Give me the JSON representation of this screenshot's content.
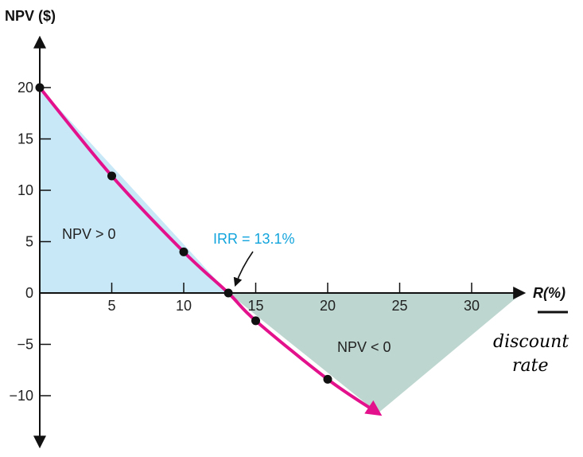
{
  "chart_data": {
    "type": "line",
    "ylabel": "NPV ($)",
    "xlabel": "R(%)",
    "xlim": [
      0,
      34
    ],
    "ylim": [
      -14,
      24
    ],
    "x_ticks": [
      5,
      10,
      15,
      20,
      25,
      30
    ],
    "y_ticks": [
      20,
      15,
      10,
      5,
      0,
      -5,
      -10
    ],
    "y_tick_labels": [
      "20",
      "15",
      "10",
      "5",
      "0",
      "−5",
      "−10"
    ],
    "series": [
      {
        "type": "curve",
        "x": [
          0,
          5,
          10,
          13.1,
          15,
          20,
          23.5
        ],
        "y": [
          20,
          11.4,
          4.0,
          0,
          -2.7,
          -8.4,
          -11.7
        ],
        "color": "#e4118c"
      }
    ],
    "points": [
      {
        "x": 0,
        "y": 20
      },
      {
        "x": 5,
        "y": 11.4
      },
      {
        "x": 10,
        "y": 4.0
      },
      {
        "x": 13.1,
        "y": 0
      },
      {
        "x": 15,
        "y": -2.7
      },
      {
        "x": 20,
        "y": -8.4
      }
    ],
    "regions": [
      {
        "label": "NPV > 0",
        "color": "#c8e8f8",
        "polygon": [
          [
            0,
            20
          ],
          [
            13.1,
            0
          ],
          [
            0,
            0
          ]
        ]
      },
      {
        "label": "NPV < 0",
        "color": "#bdd6cf",
        "polygon": [
          [
            13.1,
            0
          ],
          [
            33.5,
            0
          ],
          [
            23.5,
            -11.7
          ]
        ]
      }
    ],
    "annotations": [
      {
        "text": "IRR = 13.1%",
        "color": "#12a4dc",
        "points_to": [
          13.1,
          0
        ]
      }
    ],
    "handwritten_note": [
      "discount",
      "rate"
    ]
  }
}
